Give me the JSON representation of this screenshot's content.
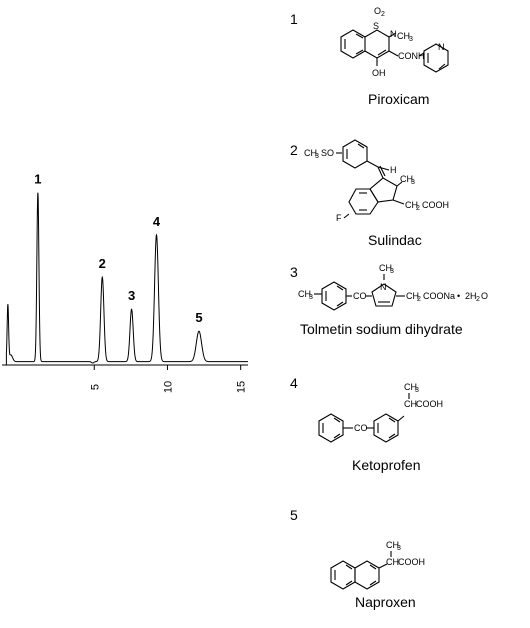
{
  "chart_data": {
    "type": "line",
    "title": "",
    "xlabel": "",
    "ylabel": "",
    "xlim": [
      -1.3,
      15.5
    ],
    "ylim": [
      0,
      100
    ],
    "x_ticks": [
      5,
      10,
      15
    ],
    "x_tick_labels": [
      "5",
      "10",
      "15"
    ],
    "baseline_offset": 2,
    "grid": false,
    "series": [
      {
        "values": [
          {
            "x": -1.3,
            "y": 0
          },
          {
            "x": -1.0,
            "y": 0
          }
        ]
      }
    ],
    "peaks": [
      {
        "label": "",
        "rt": -0.9,
        "height": 33,
        "width": 0.05
      },
      {
        "label": "",
        "rt": -0.7,
        "height": 4,
        "width": 0.12
      },
      {
        "label": "1",
        "rt": 1.15,
        "height": 100,
        "width": 0.07
      },
      {
        "label": "2",
        "rt": 5.55,
        "height": 50,
        "width": 0.11
      },
      {
        "label": "3",
        "rt": 7.55,
        "height": 31,
        "width": 0.11
      },
      {
        "label": "4",
        "rt": 9.25,
        "height": 75,
        "width": 0.13
      },
      {
        "label": "5",
        "rt": 12.15,
        "height": 18,
        "width": 0.18
      }
    ],
    "small_dip": {
      "rt": 4.9,
      "depth": 0.8
    }
  },
  "compounds": [
    {
      "number": "1",
      "name": "Piroxicam",
      "fragments": [
        "O",
        "2",
        "S",
        "N",
        "CH",
        "3",
        "CONH",
        "N",
        "OH"
      ]
    },
    {
      "number": "2",
      "name": "Sulindac",
      "fragments": [
        "CH",
        "3",
        "SO",
        "H",
        "CH",
        "3",
        "CH",
        "2",
        "COOH",
        "F"
      ]
    },
    {
      "number": "3",
      "name": "Tolmetin sodium dihydrate",
      "fragments": [
        "CH",
        "3",
        "CO",
        "N",
        "CH",
        "3",
        "CH",
        "2",
        "COONa",
        "•",
        "2H",
        "2",
        "O"
      ]
    },
    {
      "number": "4",
      "name": "Ketoprofen",
      "fragments": [
        "CH",
        "3",
        "CH",
        "COOH",
        "CO"
      ]
    },
    {
      "number": "5",
      "name": "Naproxen",
      "fragments": [
        "CH",
        "3",
        "CH",
        "COOH"
      ]
    }
  ]
}
